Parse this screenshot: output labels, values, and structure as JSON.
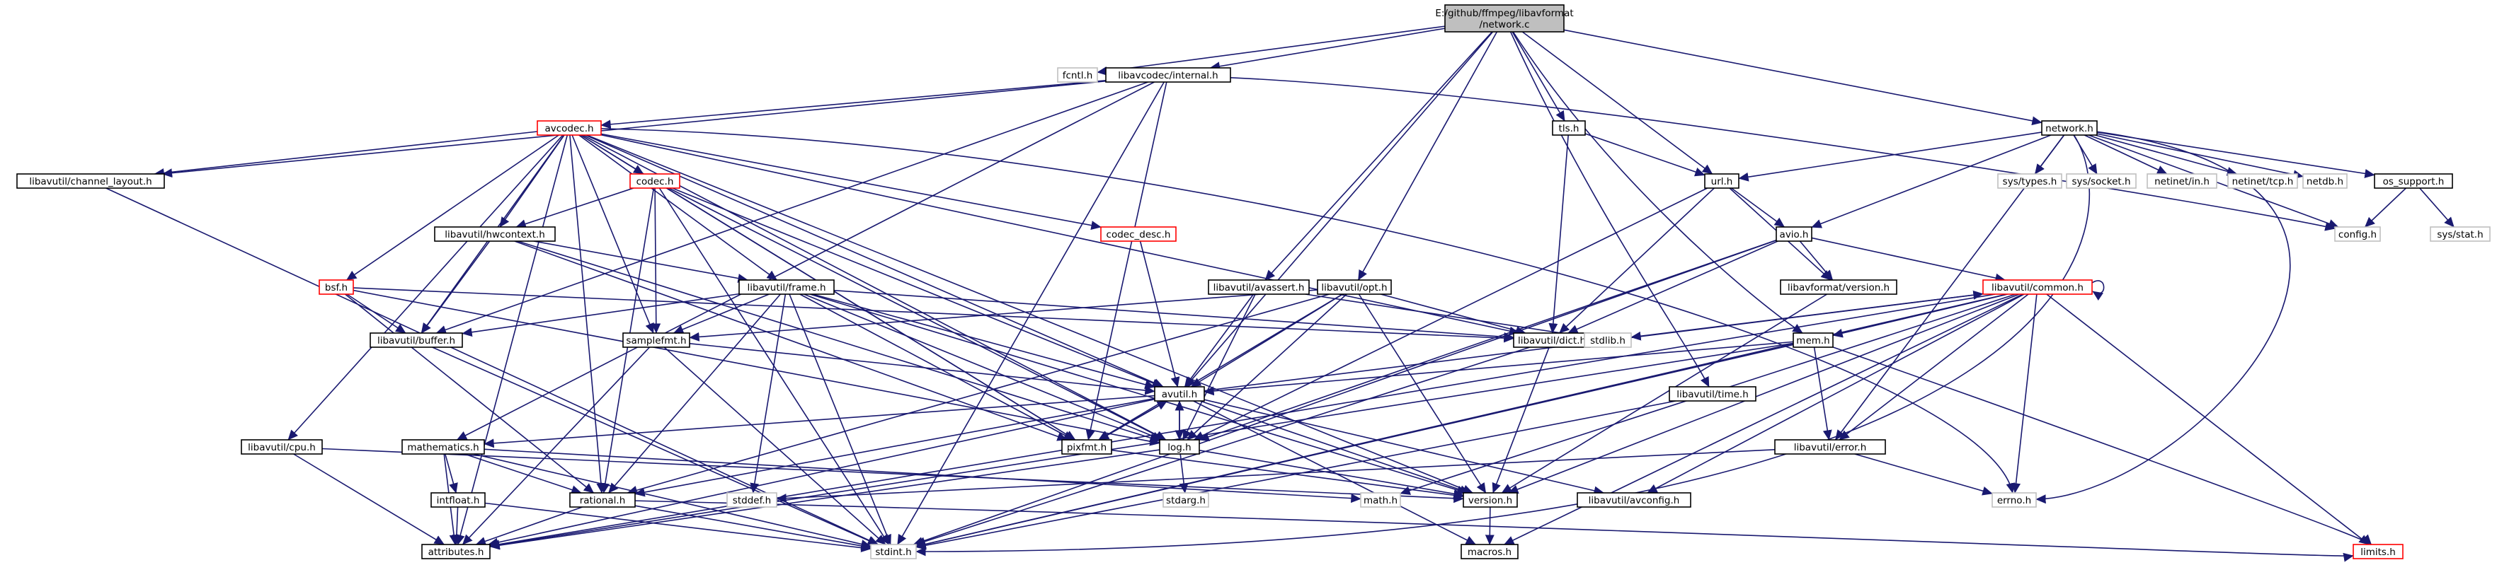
{
  "diagram": {
    "title": "E:/github/ffmpeg/libavformat/network.c",
    "colors": {
      "edge": "#191970",
      "root_fill": "#bfbfbf",
      "root_border": "#000000",
      "normal_border": "#000000",
      "truncated_border": "#ff0000",
      "system_border": "#bfbfbf",
      "system_text": "#7f7f7f"
    },
    "nodes": [
      {
        "id": "network_c",
        "lines": [
          "E:/github/ffmpeg/libavformat",
          "/network.c"
        ],
        "kind": "root"
      },
      {
        "id": "fcntl_h",
        "lines": [
          "fcntl.h"
        ],
        "kind": "system"
      },
      {
        "id": "internal_h",
        "lines": [
          "libavcodec/internal.h"
        ],
        "kind": "normal"
      },
      {
        "id": "avcodec_h",
        "lines": [
          "avcodec.h"
        ],
        "kind": "truncated"
      },
      {
        "id": "channel_layout_h",
        "lines": [
          "libavutil/channel_layout.h"
        ],
        "kind": "normal"
      },
      {
        "id": "codec_h",
        "lines": [
          "codec.h"
        ],
        "kind": "truncated"
      },
      {
        "id": "hwcontext_h",
        "lines": [
          "libavutil/hwcontext.h"
        ],
        "kind": "normal"
      },
      {
        "id": "codec_desc_h",
        "lines": [
          "codec_desc.h"
        ],
        "kind": "truncated"
      },
      {
        "id": "bsf_h",
        "lines": [
          "bsf.h"
        ],
        "kind": "truncated"
      },
      {
        "id": "frame_h",
        "lines": [
          "libavutil/frame.h"
        ],
        "kind": "normal"
      },
      {
        "id": "buffer_h",
        "lines": [
          "libavutil/buffer.h"
        ],
        "kind": "normal"
      },
      {
        "id": "samplefmt_h",
        "lines": [
          "samplefmt.h"
        ],
        "kind": "normal"
      },
      {
        "id": "cpu_h",
        "lines": [
          "libavutil/cpu.h"
        ],
        "kind": "normal"
      },
      {
        "id": "mathematics_h",
        "lines": [
          "mathematics.h"
        ],
        "kind": "normal"
      },
      {
        "id": "intfloat_h",
        "lines": [
          "intfloat.h"
        ],
        "kind": "normal"
      },
      {
        "id": "rational_h",
        "lines": [
          "rational.h"
        ],
        "kind": "normal"
      },
      {
        "id": "attributes_h",
        "lines": [
          "attributes.h"
        ],
        "kind": "normal"
      },
      {
        "id": "stdint_h",
        "lines": [
          "stdint.h"
        ],
        "kind": "system"
      },
      {
        "id": "stddef_h",
        "lines": [
          "stddef.h"
        ],
        "kind": "system"
      },
      {
        "id": "pixfmt_h",
        "lines": [
          "pixfmt.h"
        ],
        "kind": "normal"
      },
      {
        "id": "avutil_h",
        "lines": [
          "avutil.h"
        ],
        "kind": "normal"
      },
      {
        "id": "log_h",
        "lines": [
          "log.h"
        ],
        "kind": "normal"
      },
      {
        "id": "stdarg_h",
        "lines": [
          "stdarg.h"
        ],
        "kind": "system"
      },
      {
        "id": "avassert_h",
        "lines": [
          "libavutil/avassert.h"
        ],
        "kind": "normal"
      },
      {
        "id": "opt_h",
        "lines": [
          "libavutil/opt.h"
        ],
        "kind": "normal"
      },
      {
        "id": "dict_h",
        "lines": [
          "libavutil/dict.h"
        ],
        "kind": "normal"
      },
      {
        "id": "stdlib_h",
        "lines": [
          "stdlib.h"
        ],
        "kind": "system"
      },
      {
        "id": "math_h",
        "lines": [
          "math.h"
        ],
        "kind": "system"
      },
      {
        "id": "version_h",
        "lines": [
          "version.h"
        ],
        "kind": "normal"
      },
      {
        "id": "macros_h",
        "lines": [
          "macros.h"
        ],
        "kind": "normal"
      },
      {
        "id": "avconfig_h",
        "lines": [
          "libavutil/avconfig.h"
        ],
        "kind": "normal"
      },
      {
        "id": "tls_h",
        "lines": [
          "tls.h"
        ],
        "kind": "normal"
      },
      {
        "id": "url_h",
        "lines": [
          "url.h"
        ],
        "kind": "normal"
      },
      {
        "id": "avio_h",
        "lines": [
          "avio.h"
        ],
        "kind": "normal"
      },
      {
        "id": "lavf_version_h",
        "lines": [
          "libavformat/version.h"
        ],
        "kind": "normal"
      },
      {
        "id": "common_h",
        "lines": [
          "libavutil/common.h"
        ],
        "kind": "truncated"
      },
      {
        "id": "mem_h",
        "lines": [
          "mem.h"
        ],
        "kind": "normal"
      },
      {
        "id": "time_h",
        "lines": [
          "libavutil/time.h"
        ],
        "kind": "normal"
      },
      {
        "id": "error_h",
        "lines": [
          "libavutil/error.h"
        ],
        "kind": "normal"
      },
      {
        "id": "errno_h",
        "lines": [
          "errno.h"
        ],
        "kind": "system"
      },
      {
        "id": "limits_h",
        "lines": [
          "limits.h"
        ],
        "kind": "truncated"
      },
      {
        "id": "network_h",
        "lines": [
          "network.h"
        ],
        "kind": "normal"
      },
      {
        "id": "sys_types_h",
        "lines": [
          "sys/types.h"
        ],
        "kind": "system"
      },
      {
        "id": "sys_socket_h",
        "lines": [
          "sys/socket.h"
        ],
        "kind": "system"
      },
      {
        "id": "netinet_in_h",
        "lines": [
          "netinet/in.h"
        ],
        "kind": "system"
      },
      {
        "id": "netinet_tcp_h",
        "lines": [
          "netinet/tcp.h"
        ],
        "kind": "system"
      },
      {
        "id": "netdb_h",
        "lines": [
          "netdb.h"
        ],
        "kind": "system"
      },
      {
        "id": "os_support_h",
        "lines": [
          "os_support.h"
        ],
        "kind": "normal"
      },
      {
        "id": "config_h",
        "lines": [
          "config.h"
        ],
        "kind": "system"
      },
      {
        "id": "sys_stat_h",
        "lines": [
          "sys/stat.h"
        ],
        "kind": "system"
      }
    ],
    "edges": [
      [
        "network_c",
        "fcntl_h"
      ],
      [
        "network_c",
        "internal_h"
      ],
      [
        "network_c",
        "avutil_h"
      ],
      [
        "network_c",
        "avassert_h"
      ],
      [
        "network_c",
        "opt_h"
      ],
      [
        "network_c",
        "tls_h"
      ],
      [
        "network_c",
        "url_h"
      ],
      [
        "network_c",
        "network_h"
      ],
      [
        "network_c",
        "mem_h"
      ],
      [
        "network_c",
        "time_h"
      ],
      [
        "internal_h",
        "avcodec_h"
      ],
      [
        "internal_h",
        "channel_layout_h"
      ],
      [
        "internal_h",
        "buffer_h"
      ],
      [
        "internal_h",
        "mathematics_h"
      ],
      [
        "internal_h",
        "pixfmt_h"
      ],
      [
        "internal_h",
        "stdint_h"
      ],
      [
        "internal_h",
        "config_h"
      ],
      [
        "avcodec_h",
        "channel_layout_h"
      ],
      [
        "avcodec_h",
        "codec_h"
      ],
      [
        "avcodec_h",
        "hwcontext_h"
      ],
      [
        "avcodec_h",
        "codec_desc_h"
      ],
      [
        "avcodec_h",
        "bsf_h"
      ],
      [
        "avcodec_h",
        "frame_h"
      ],
      [
        "avcodec_h",
        "buffer_h"
      ],
      [
        "avcodec_h",
        "samplefmt_h"
      ],
      [
        "avcodec_h",
        "cpu_h"
      ],
      [
        "avcodec_h",
        "rational_h"
      ],
      [
        "avcodec_h",
        "attributes_h"
      ],
      [
        "avcodec_h",
        "avutil_h"
      ],
      [
        "avcodec_h",
        "dict_h"
      ],
      [
        "avcodec_h",
        "log_h"
      ],
      [
        "avcodec_h",
        "pixfmt_h"
      ],
      [
        "avcodec_h",
        "errno_h"
      ],
      [
        "avcodec_h",
        "version_h"
      ],
      [
        "codec_h",
        "hwcontext_h"
      ],
      [
        "codec_h",
        "samplefmt_h"
      ],
      [
        "codec_h",
        "avutil_h"
      ],
      [
        "codec_h",
        "log_h"
      ],
      [
        "codec_h",
        "pixfmt_h"
      ],
      [
        "codec_h",
        "rational_h"
      ],
      [
        "codec_h",
        "stdint_h"
      ],
      [
        "hwcontext_h",
        "buffer_h"
      ],
      [
        "hwcontext_h",
        "frame_h"
      ],
      [
        "hwcontext_h",
        "log_h"
      ],
      [
        "hwcontext_h",
        "pixfmt_h"
      ],
      [
        "codec_desc_h",
        "avutil_h"
      ],
      [
        "bsf_h",
        "buffer_h"
      ],
      [
        "bsf_h",
        "dict_h"
      ],
      [
        "bsf_h",
        "log_h"
      ],
      [
        "bsf_h",
        "rational_h"
      ],
      [
        "frame_h",
        "buffer_h"
      ],
      [
        "frame_h",
        "samplefmt_h"
      ],
      [
        "frame_h",
        "avutil_h"
      ],
      [
        "frame_h",
        "dict_h"
      ],
      [
        "frame_h",
        "rational_h"
      ],
      [
        "frame_h",
        "pixfmt_h"
      ],
      [
        "frame_h",
        "stddef_h"
      ],
      [
        "frame_h",
        "stdint_h"
      ],
      [
        "frame_h",
        "version_h"
      ],
      [
        "frame_h",
        "log_h"
      ],
      [
        "buffer_h",
        "stdint_h"
      ],
      [
        "samplefmt_h",
        "avutil_h"
      ],
      [
        "samplefmt_h",
        "attributes_h"
      ],
      [
        "samplefmt_h",
        "stdint_h"
      ],
      [
        "cpu_h",
        "attributes_h"
      ],
      [
        "cpu_h",
        "version_h"
      ],
      [
        "mathematics_h",
        "stdint_h"
      ],
      [
        "mathematics_h",
        "math_h"
      ],
      [
        "mathematics_h",
        "attributes_h"
      ],
      [
        "mathematics_h",
        "rational_h"
      ],
      [
        "mathematics_h",
        "intfloat_h"
      ],
      [
        "intfloat_h",
        "attributes_h"
      ],
      [
        "intfloat_h",
        "stdint_h"
      ],
      [
        "rational_h",
        "stdint_h"
      ],
      [
        "rational_h",
        "limits_h"
      ],
      [
        "rational_h",
        "attributes_h"
      ],
      [
        "channel_layout_h",
        "stdint_h"
      ],
      [
        "avutil_h",
        "attributes_h"
      ],
      [
        "avutil_h",
        "macros_h"
      ],
      [
        "avutil_h",
        "version_h"
      ],
      [
        "avutil_h",
        "avconfig_h"
      ],
      [
        "avutil_h",
        "mathematics_h"
      ],
      [
        "avutil_h",
        "rational_h"
      ],
      [
        "avutil_h",
        "log_h"
      ],
      [
        "avutil_h",
        "pixfmt_h"
      ],
      [
        "avutil_h",
        "common_h"
      ],
      [
        "log_h",
        "stdarg_h"
      ],
      [
        "log_h",
        "avutil_h"
      ],
      [
        "log_h",
        "attributes_h"
      ],
      [
        "log_h",
        "version_h"
      ],
      [
        "pixfmt_h",
        "avutil_h"
      ],
      [
        "pixfmt_h",
        "version_h"
      ],
      [
        "version_h",
        "macros_h"
      ],
      [
        "avassert_h",
        "stdlib_h"
      ],
      [
        "avassert_h",
        "avutil_h"
      ],
      [
        "avassert_h",
        "log_h"
      ],
      [
        "opt_h",
        "rational_h"
      ],
      [
        "opt_h",
        "avutil_h"
      ],
      [
        "opt_h",
        "dict_h"
      ],
      [
        "opt_h",
        "log_h"
      ],
      [
        "opt_h",
        "pixfmt_h"
      ],
      [
        "opt_h",
        "samplefmt_h"
      ],
      [
        "opt_h",
        "version_h"
      ],
      [
        "dict_h",
        "stdint_h"
      ],
      [
        "dict_h",
        "version_h"
      ],
      [
        "tls_h",
        "url_h"
      ],
      [
        "tls_h",
        "dict_h"
      ],
      [
        "url_h",
        "avio_h"
      ],
      [
        "url_h",
        "lavf_version_h"
      ],
      [
        "url_h",
        "dict_h"
      ],
      [
        "url_h",
        "log_h"
      ],
      [
        "avio_h",
        "stdint_h"
      ],
      [
        "avio_h",
        "common_h"
      ],
      [
        "avio_h",
        "dict_h"
      ],
      [
        "avio_h",
        "log_h"
      ],
      [
        "avio_h",
        "lavf_version_h"
      ],
      [
        "lavf_version_h",
        "version_h"
      ],
      [
        "common_h",
        "errno_h"
      ],
      [
        "common_h",
        "stdlib_h"
      ],
      [
        "common_h",
        "limits_h"
      ],
      [
        "common_h",
        "math_h"
      ],
      [
        "common_h",
        "stdint_h"
      ],
      [
        "common_h",
        "attributes_h"
      ],
      [
        "common_h",
        "macros_h"
      ],
      [
        "common_h",
        "version_h"
      ],
      [
        "common_h",
        "avconfig_h"
      ],
      [
        "common_h",
        "mem_h"
      ],
      [
        "common_h",
        "error_h"
      ],
      [
        "common_h",
        "common_h"
      ],
      [
        "mem_h",
        "limits_h"
      ],
      [
        "mem_h",
        "stdint_h"
      ],
      [
        "mem_h",
        "attributes_h"
      ],
      [
        "mem_h",
        "error_h"
      ],
      [
        "mem_h",
        "avutil_h"
      ],
      [
        "time_h",
        "stdint_h"
      ],
      [
        "error_h",
        "errno_h"
      ],
      [
        "error_h",
        "stddef_h"
      ],
      [
        "network_h",
        "errno_h"
      ],
      [
        "network_h",
        "stdint_h"
      ],
      [
        "network_h",
        "config_h"
      ],
      [
        "network_h",
        "error_h"
      ],
      [
        "network_h",
        "os_support_h"
      ],
      [
        "network_h",
        "avio_h"
      ],
      [
        "network_h",
        "url_h"
      ],
      [
        "network_h",
        "sys_types_h"
      ],
      [
        "network_h",
        "sys_socket_h"
      ],
      [
        "network_h",
        "netinet_in_h"
      ],
      [
        "network_h",
        "netinet_tcp_h"
      ],
      [
        "network_h",
        "netdb_h"
      ],
      [
        "os_support_h",
        "config_h"
      ],
      [
        "os_support_h",
        "sys_stat_h"
      ]
    ]
  }
}
